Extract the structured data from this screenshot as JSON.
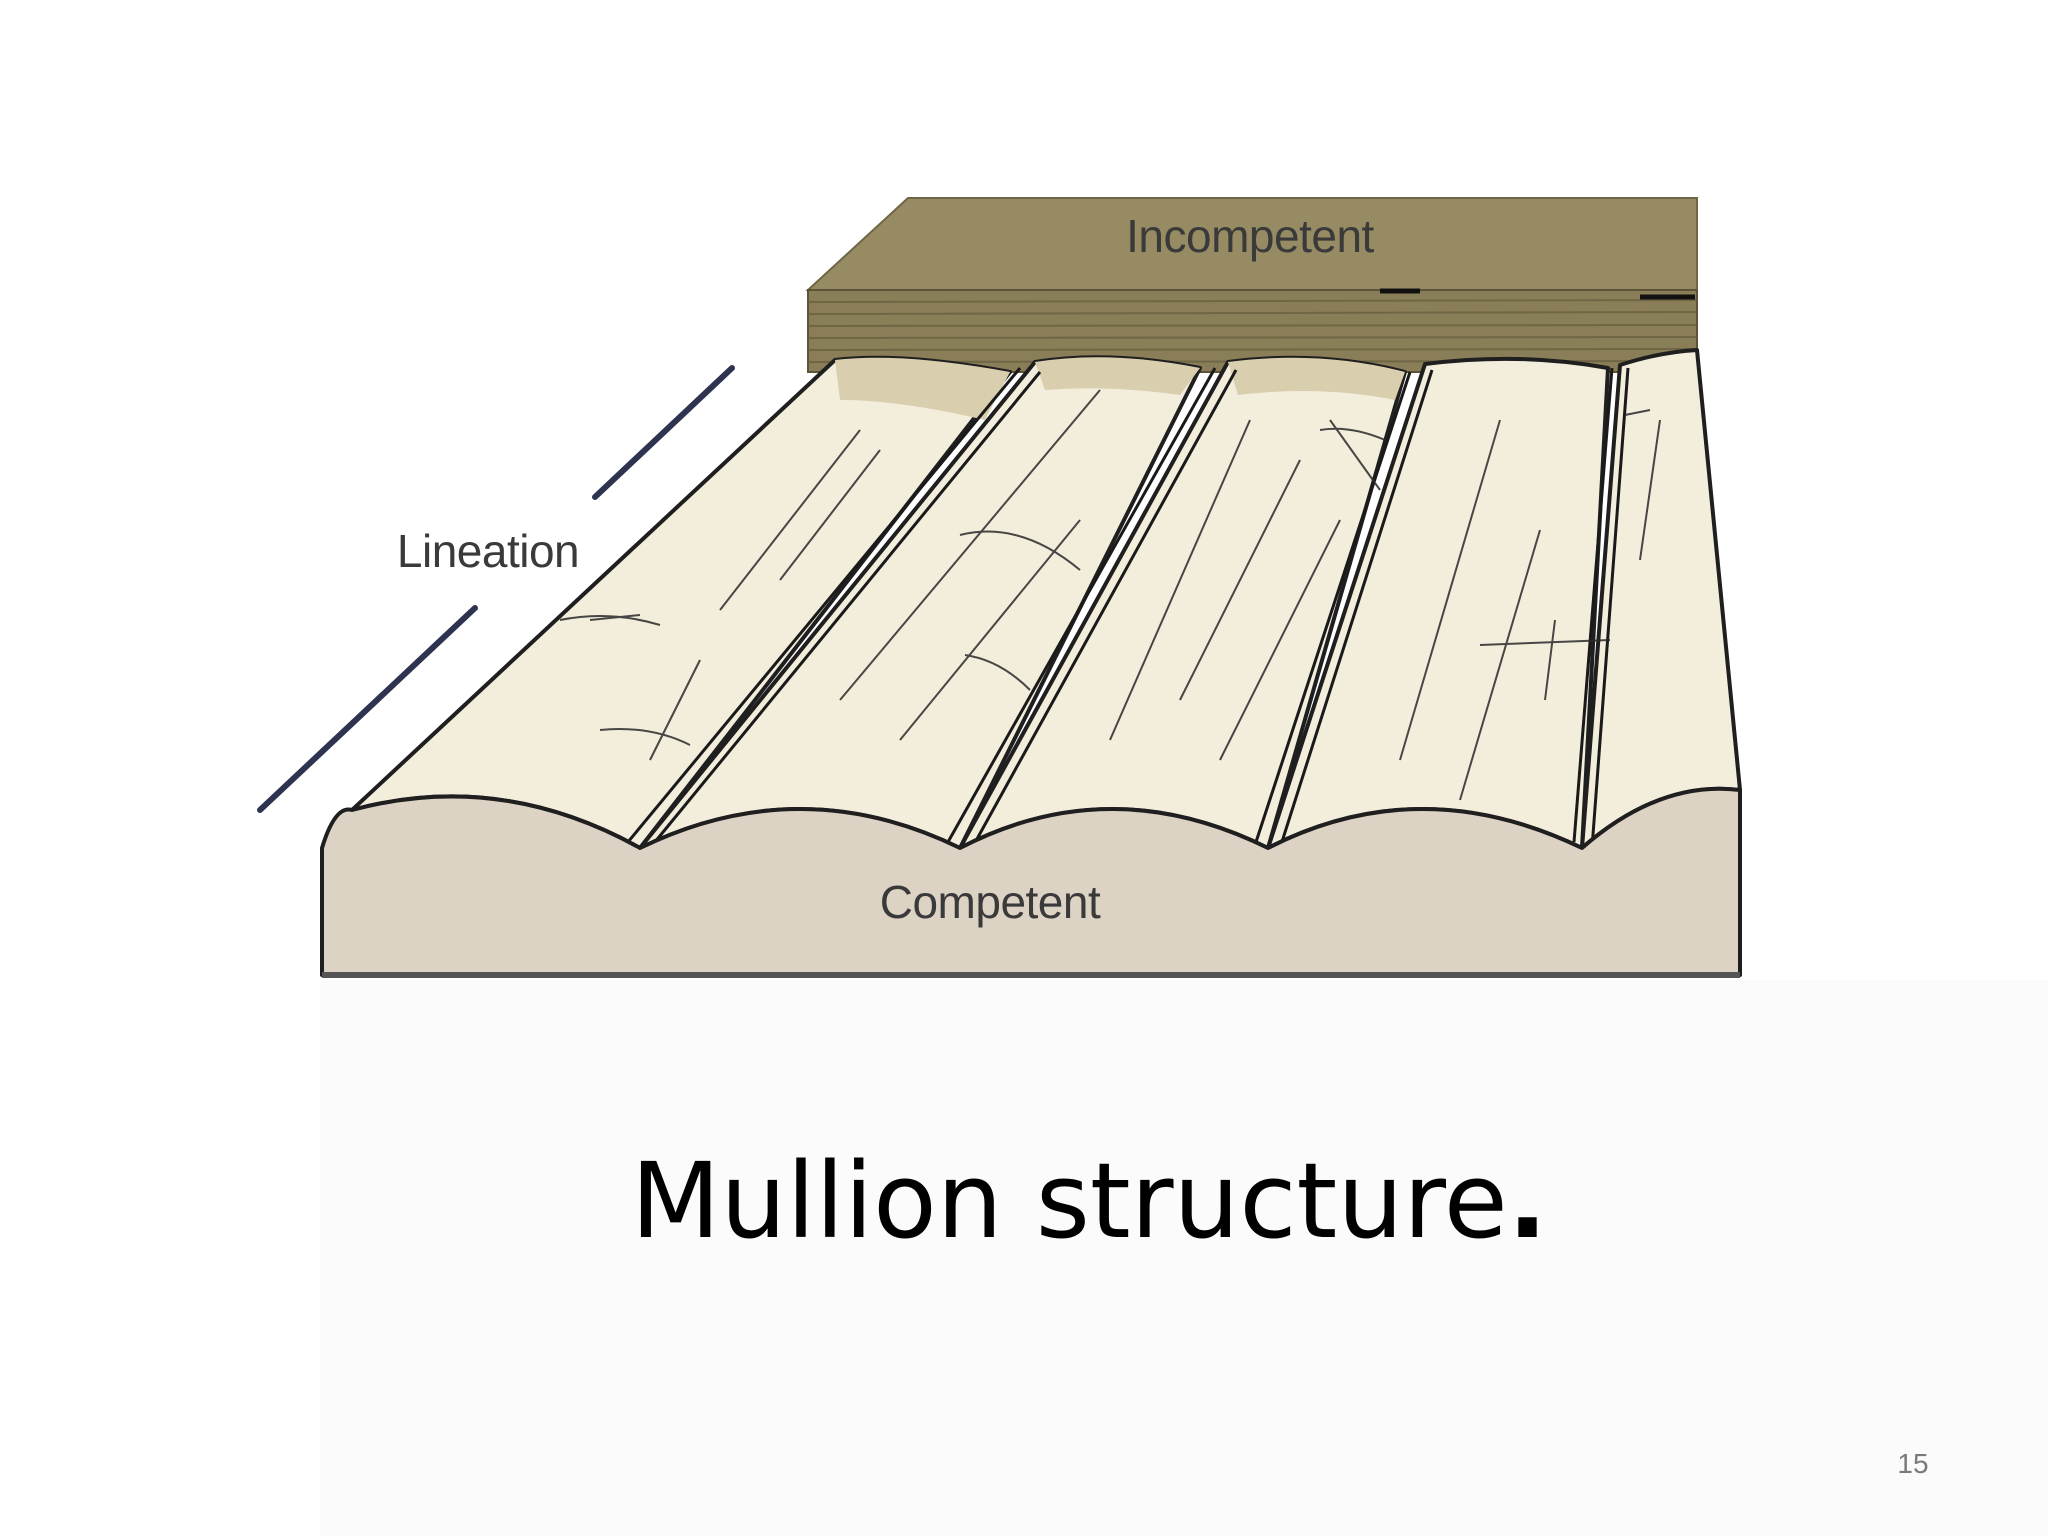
{
  "diagram": {
    "labels": {
      "incompetent": "Incompetent",
      "lineation": "Lineation",
      "competent": "Competent"
    },
    "colors": {
      "incompetent_layer": "#978b63",
      "incompetent_front": "#8a7e58",
      "mullion_fill": "#f3eddc",
      "competent_block": "#ddd3c4",
      "outline": "#1f1f1f"
    }
  },
  "caption": {
    "text": "Mullion structure",
    "period": "."
  },
  "page_number": "15"
}
